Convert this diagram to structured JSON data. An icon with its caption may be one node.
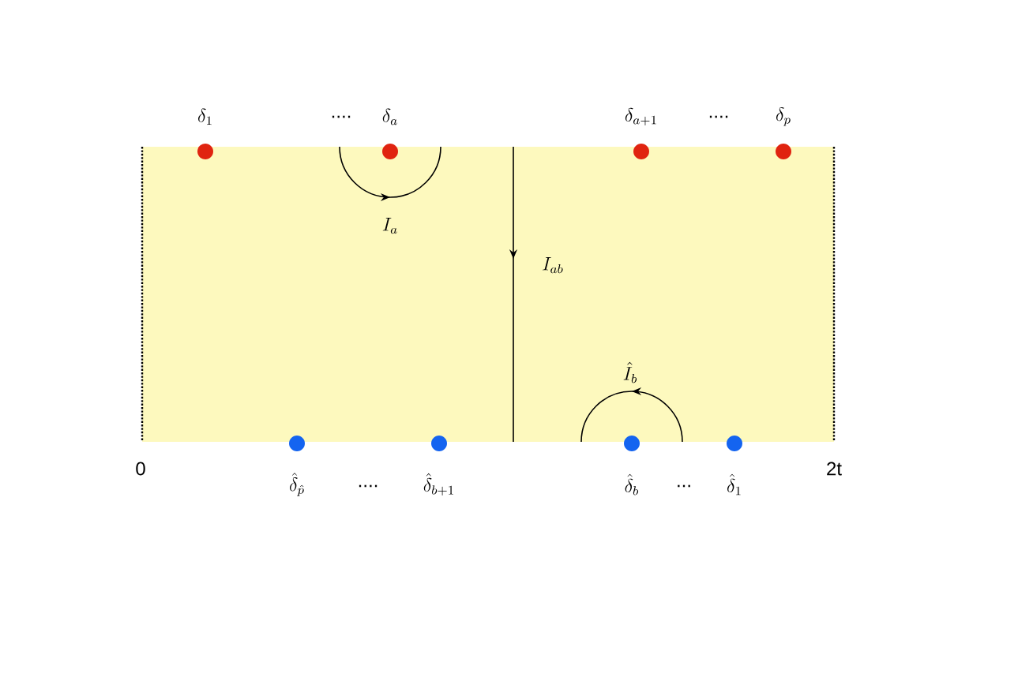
{
  "diagram": {
    "nodes": [
      {
        "text": [],
        "shape": "circle",
        "beside": [
          "\\delta_1"
        ]
      },
      {
        "text": [],
        "shape": "circle",
        "beside": [
          "\\delta_a"
        ]
      },
      {
        "text": [],
        "shape": "circle",
        "beside": [
          "\\delta_{a+1}"
        ]
      },
      {
        "text": [],
        "shape": "circle",
        "beside": [
          "\\delta_p"
        ]
      },
      {
        "text": [],
        "shape": "circle",
        "beside": [
          "\\hat{\\delta}_{\\hat{p}}"
        ]
      },
      {
        "text": [],
        "shape": "circle",
        "beside": [
          "\\hat{\\delta}_{b+1}"
        ]
      },
      {
        "text": [],
        "shape": "circle",
        "beside": [
          "\\hat{\\delta}_b"
        ]
      },
      {
        "text": [],
        "shape": "circle",
        "beside": [
          "\\hat{\\delta}_1"
        ]
      }
    ],
    "labels": [
      "....",
      "....",
      "I_a",
      "I_{ab}",
      "\\hat{I}_b",
      "0",
      "....",
      "...",
      "2t"
    ]
  }
}
